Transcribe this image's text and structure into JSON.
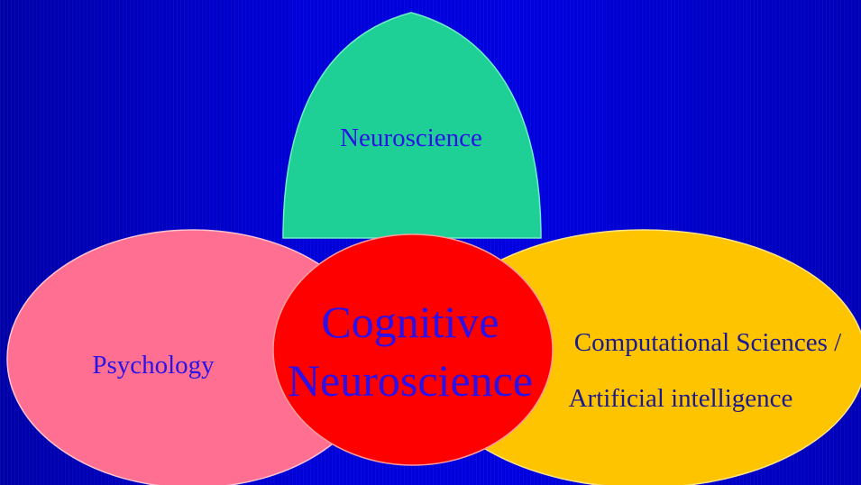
{
  "diagram": {
    "background_color": "#0000d0",
    "regions": {
      "neuroscience": {
        "label": "Neuroscience",
        "color": "#1fd096"
      },
      "psychology": {
        "label": "Psychology",
        "color": "#ff6f91"
      },
      "computational": {
        "label_line1": "Computational Sciences /",
        "label_line2": "Artificial intelligence",
        "color": "#ffc400"
      },
      "cognitive_neuroscience": {
        "label_line1": "Cognitive",
        "label_line2": "Neuroscience",
        "color": "#ff0000"
      }
    }
  }
}
